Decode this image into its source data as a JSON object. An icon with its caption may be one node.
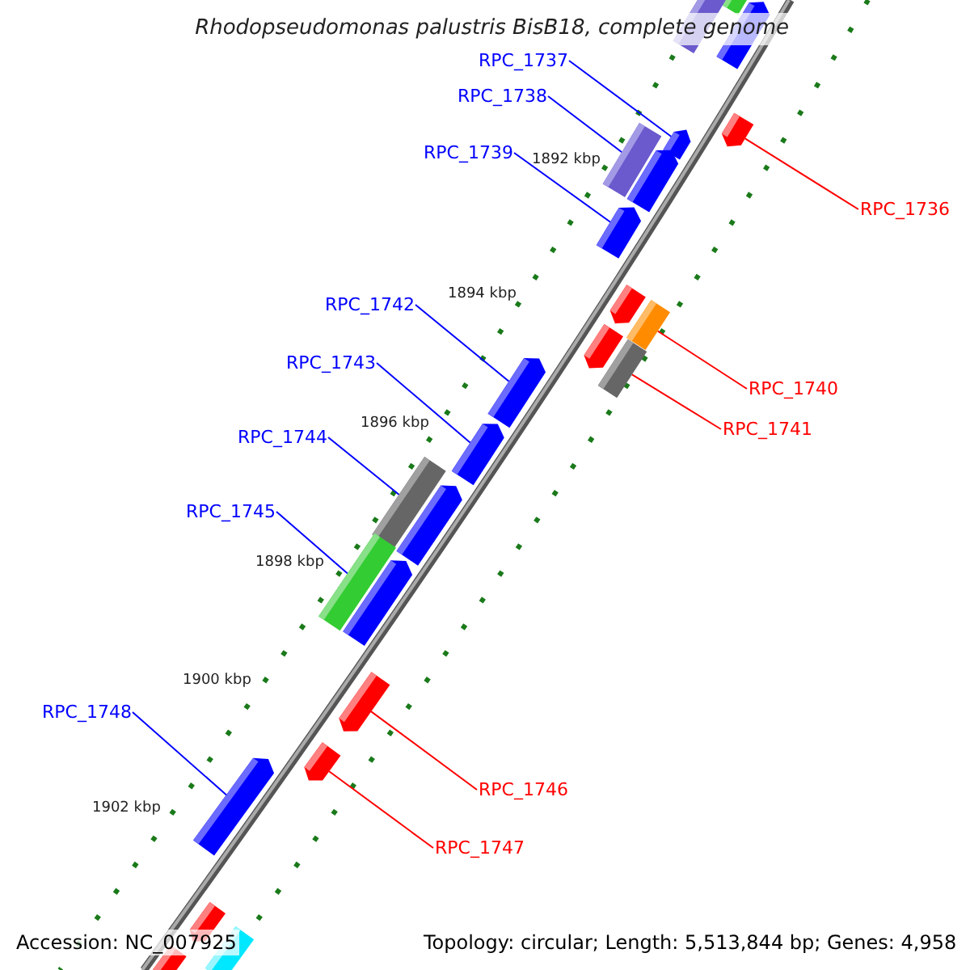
{
  "diagram": {
    "title": "Rhodopseudomonas palustris BisB18, complete genome",
    "nodes": [
      {
        "text": [
          "RPC_1737"
        ]
      },
      {
        "text": [
          "RPC_1738"
        ]
      },
      {
        "text": [
          "RPC_1739"
        ]
      },
      {
        "text": [
          "RPC_1736"
        ]
      },
      {
        "text": [
          "RPC_1742"
        ]
      },
      {
        "text": [
          "RPC_1743"
        ]
      },
      {
        "text": [
          "RPC_1740"
        ]
      },
      {
        "text": [
          "RPC_1741"
        ]
      },
      {
        "text": [
          "RPC_1744"
        ]
      },
      {
        "text": [
          "RPC_1745"
        ]
      },
      {
        "text": [
          "RPC_1748"
        ]
      },
      {
        "text": [
          "RPC_1746"
        ]
      },
      {
        "text": [
          "RPC_1747"
        ]
      },
      {
        "text": [],
        "shape": "bar"
      },
      {
        "text": [],
        "shape": "bar"
      },
      {
        "text": [],
        "shape": "bar"
      },
      {
        "text": [],
        "shape": "bar"
      },
      {
        "text": [],
        "shape": "bar"
      },
      {
        "text": [],
        "shape": "bar"
      },
      {
        "text": [],
        "shape": "bar"
      },
      {
        "text": [],
        "shape": "bar"
      },
      {
        "text": [],
        "shape": "bar"
      },
      {
        "text": [],
        "shape": "bar"
      },
      {
        "text": [],
        "shape": "bar"
      },
      {
        "text": [],
        "shape": "bar"
      },
      {
        "text": [],
        "shape": "bar"
      },
      {
        "text": [],
        "shape": "bar"
      },
      {
        "text": [],
        "shape": "bar"
      },
      {
        "text": [],
        "shape": "bar"
      },
      {
        "text": [],
        "shape": "bar"
      },
      {
        "text": [],
        "shape": "bar"
      },
      {
        "text": [],
        "shape": "bar"
      },
      {
        "text": [],
        "shape": "bar"
      },
      {
        "text": [],
        "shape": "bar"
      },
      {
        "text": [],
        "shape": "bar"
      },
      {
        "text": [],
        "shape": "bar"
      },
      {
        "text": [],
        "shape": "bar"
      }
    ],
    "edges": [
      {
        "from": 0,
        "to": 17,
        "arrow": "none"
      },
      {
        "from": 1,
        "to": 18,
        "arrow": "none"
      },
      {
        "from": 2,
        "to": 20,
        "arrow": "none"
      },
      {
        "from": 3,
        "to": 16,
        "arrow": "none",
        "color": "#ff0000"
      },
      {
        "from": 4,
        "to": 25,
        "arrow": "none"
      },
      {
        "from": 5,
        "to": 26,
        "arrow": "none"
      },
      {
        "from": 6,
        "to": 22,
        "arrow": "none",
        "color": "#ff0000"
      },
      {
        "from": 7,
        "to": 24,
        "arrow": "none",
        "color": "#ff0000"
      },
      {
        "from": 8,
        "to": 27,
        "arrow": "none"
      },
      {
        "from": 9,
        "to": 29,
        "arrow": "none"
      },
      {
        "from": 10,
        "to": 33,
        "arrow": "none"
      },
      {
        "from": 11,
        "to": 31,
        "arrow": "none",
        "color": "#ff0000"
      },
      {
        "from": 12,
        "to": 32,
        "arrow": "none",
        "color": "#ff0000"
      }
    ],
    "labels": [
      "1892 kbp",
      "1894 kbp",
      "1896 kbp",
      "1898 kbp",
      "1900 kbp",
      "1902 kbp",
      "Accession: NC_007925",
      "Topology: circular; Length: 5,513,844 bp; Genes: 4,958"
    ]
  }
}
